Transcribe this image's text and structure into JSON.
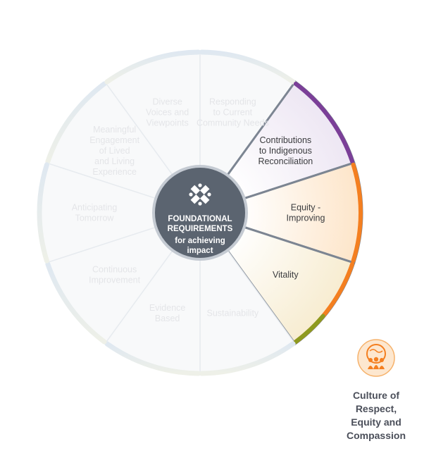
{
  "hub": {
    "title": [
      "FOUNDATIONAL",
      "REQUIREMENTS"
    ],
    "subtitle": [
      "for achieving",
      "impact"
    ]
  },
  "segments": [
    {
      "id": "meaningful-engagement",
      "lines": [
        "Meaningful",
        "Engagement",
        "of Lived",
        "and Living",
        "Experience"
      ],
      "active": false
    },
    {
      "id": "diverse-voices",
      "lines": [
        "Diverse",
        "Voices and",
        "Viewpoints"
      ],
      "active": false
    },
    {
      "id": "responding-needs",
      "lines": [
        "Responding",
        "to Current",
        "Community Needs"
      ],
      "active": false
    },
    {
      "id": "indigenous-reconciliation",
      "lines": [
        "Contributions",
        "to Indigenous",
        "Reconciliation"
      ],
      "active": true
    },
    {
      "id": "equity-improving",
      "lines": [
        "Equity -",
        "Improving"
      ],
      "active": true
    },
    {
      "id": "vitality",
      "lines": [
        "Vitality"
      ],
      "active": true
    },
    {
      "id": "sustainability",
      "lines": [
        "Sustainability"
      ],
      "active": false
    },
    {
      "id": "evidence-based",
      "lines": [
        "Evidence",
        "Based"
      ],
      "active": false
    },
    {
      "id": "continuous-improvement",
      "lines": [
        "Continuous",
        "Improvement"
      ],
      "active": false
    },
    {
      "id": "anticipating-tomorrow",
      "lines": [
        "Anticipating",
        "Tomorrow"
      ],
      "active": false
    }
  ],
  "legend": {
    "icon": "people-globe-icon",
    "lines": [
      "Culture of",
      "Respect,",
      "Equity and",
      "Compassion"
    ]
  },
  "colors": {
    "hub": "#5b6470",
    "hub_border": "#c4cad2",
    "segment_faded": "#f8f9fa",
    "segment_divider": "#c7cfd8",
    "purple": "#7b3f98",
    "orange": "#f47f20",
    "olive": "#8e9a1f",
    "legend_text": "#4b4f5a"
  }
}
